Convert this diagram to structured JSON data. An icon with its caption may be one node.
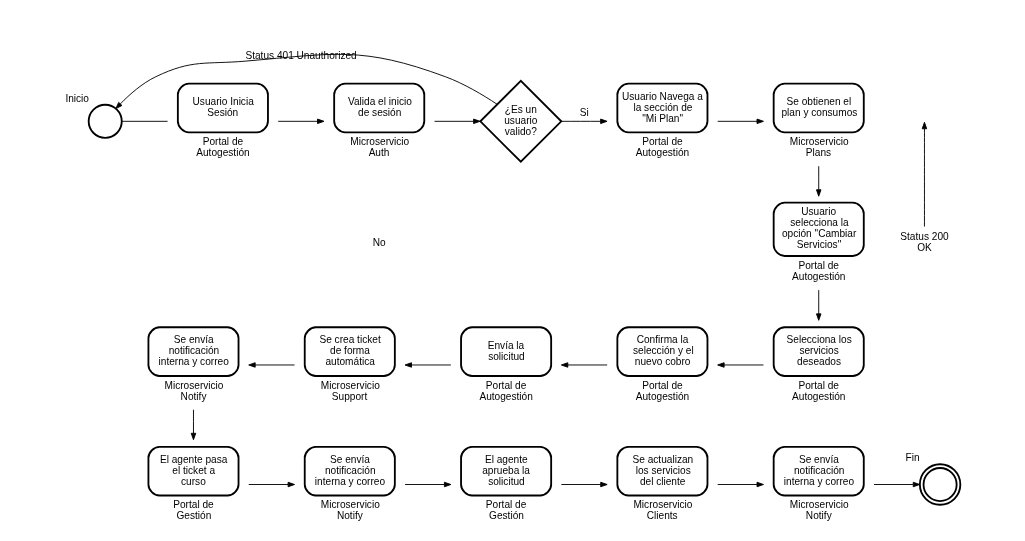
{
  "diagram": {
    "nodes": [
      {
        "text": [],
        "shape": "circle",
        "beside": [
          "Inicio"
        ]
      },
      {
        "text": [
          "Usuario Inicia Sesión"
        ],
        "beside": [
          "Portal de Autogestión"
        ]
      },
      {
        "text": [
          "Valida el inicio de sesión"
        ],
        "beside": [
          "Microservicio Auth"
        ]
      },
      {
        "text": [
          "¿Es un usuario valido?"
        ]
      },
      {
        "text": [
          "Usuario Navega a la sección de \"Mi Plan\""
        ],
        "beside": [
          "Portal de Autogestión"
        ]
      },
      {
        "text": [
          "Se obtienen el plan y consumos"
        ],
        "beside": [
          "Microservicio Plans"
        ]
      },
      {
        "text": [
          "Usuario selecciona la opción \"Cambiar Servicios\""
        ],
        "beside": [
          "Portal de Autogestión"
        ]
      },
      {
        "text": [
          "Selecciona los servicios deseados"
        ],
        "beside": [
          "Portal de Autogestión"
        ]
      },
      {
        "text": [
          "Confirma la selección y el nuevo cobro"
        ],
        "beside": [
          "Portal de Autogestión"
        ]
      },
      {
        "text": [
          "Envía la solicitud"
        ],
        "beside": [
          "Portal de Autogestión"
        ]
      },
      {
        "text": [
          "Se crea ticket de forma automática"
        ],
        "beside": [
          "Microservicio Support"
        ]
      },
      {
        "text": [
          "Se envía notificación interna y correo"
        ],
        "beside": [
          "Microservicio Notify"
        ]
      },
      {
        "text": [
          "El agente pasa el ticket a curso"
        ],
        "beside": [
          "Portal de Gestión"
        ]
      },
      {
        "text": [
          "Se envía notificación interna y correo"
        ],
        "beside": [
          "Microservicio Notify"
        ]
      },
      {
        "text": [
          "El agente aprueba la solicitud"
        ],
        "beside": [
          "Portal de Gestión"
        ]
      },
      {
        "text": [
          "Se actualizan los servicios del cliente"
        ],
        "beside": [
          "Microservicio Clients"
        ]
      },
      {
        "text": [
          "Se envía notificación interna y correo"
        ],
        "beside": [
          "Microservicio Notify"
        ]
      },
      {
        "text": [],
        "shape": "circle",
        "beside": [
          "Fin"
        ]
      },
      {
        "text": [
          "Status 200 OK"
        ]
      }
    ],
    "edges": [
      {
        "from": 0,
        "to": 1,
        "arrow": "none"
      },
      {
        "from": 1,
        "to": 2,
        "arrow": "to"
      },
      {
        "from": 2,
        "to": 3,
        "arrow": "to"
      },
      {
        "from": 3,
        "to": 4,
        "arrow": "to",
        "label": "Si"
      },
      {
        "from": 3,
        "to": 0,
        "arrow": "to",
        "label": "Status 401 Unauthorized"
      },
      {
        "from": 4,
        "to": 5,
        "arrow": "to"
      },
      {
        "from": 5,
        "to": 6,
        "arrow": "to"
      },
      {
        "from": 6,
        "to": 7,
        "arrow": "to"
      },
      {
        "from": 7,
        "to": 8,
        "arrow": "to"
      },
      {
        "from": 8,
        "to": 9,
        "arrow": "to"
      },
      {
        "from": 9,
        "to": 10,
        "arrow": "to"
      },
      {
        "from": 10,
        "to": 11,
        "arrow": "to"
      },
      {
        "from": 11,
        "to": 12,
        "arrow": "to"
      },
      {
        "from": 12,
        "to": 13,
        "arrow": "to"
      },
      {
        "from": 13,
        "to": 14,
        "arrow": "to"
      },
      {
        "from": 14,
        "to": 15,
        "arrow": "to"
      },
      {
        "from": 15,
        "to": 16,
        "arrow": "to"
      },
      {
        "from": 16,
        "to": 17,
        "arrow": "to"
      },
      {
        "from": 18,
        "to": null,
        "arrow": "to"
      }
    ],
    "labels": [
      "No"
    ]
  }
}
